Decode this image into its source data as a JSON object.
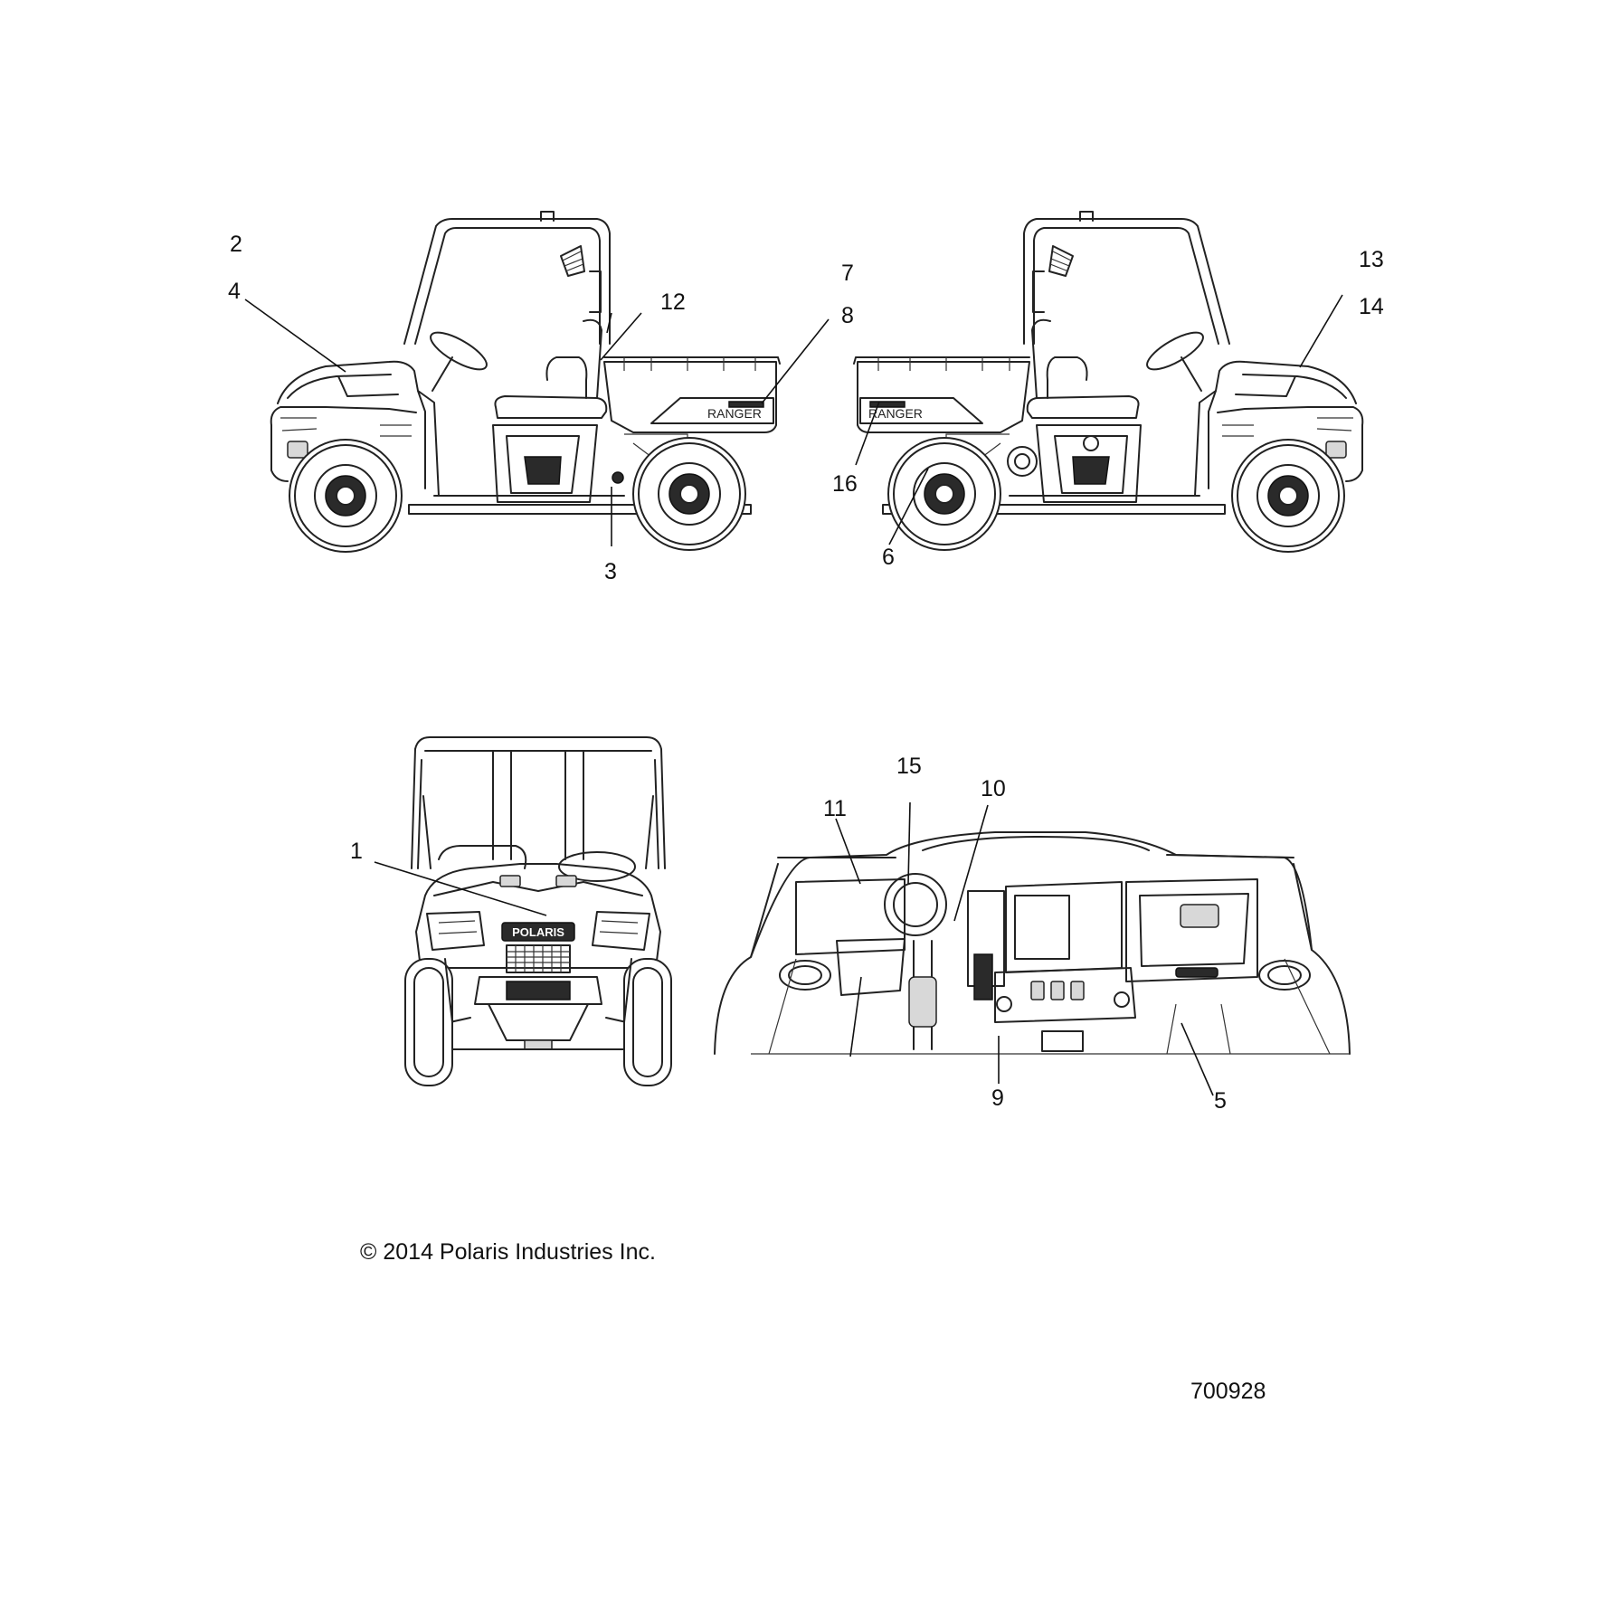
{
  "callouts": {
    "c1": "1",
    "c2": "2",
    "c3": "3",
    "c4": "4",
    "c5": "5",
    "c6": "6",
    "c7": "7",
    "c8": "8",
    "c9": "9",
    "c10": "10",
    "c11": "11",
    "c12": "12",
    "c13": "13",
    "c14": "14",
    "c15": "15",
    "c16": "16"
  },
  "decals": {
    "bed_text": "RANGER",
    "grille_text": "POLARIS"
  },
  "footer": {
    "copyright": "© 2014 Polaris Industries Inc.",
    "figure_number": "700928"
  },
  "icons": {
    "left_view": "utv-side-view-left-icon",
    "right_view": "utv-side-view-right-icon",
    "front_view": "utv-front-view-icon",
    "dash_view": "dashboard-view-icon"
  }
}
